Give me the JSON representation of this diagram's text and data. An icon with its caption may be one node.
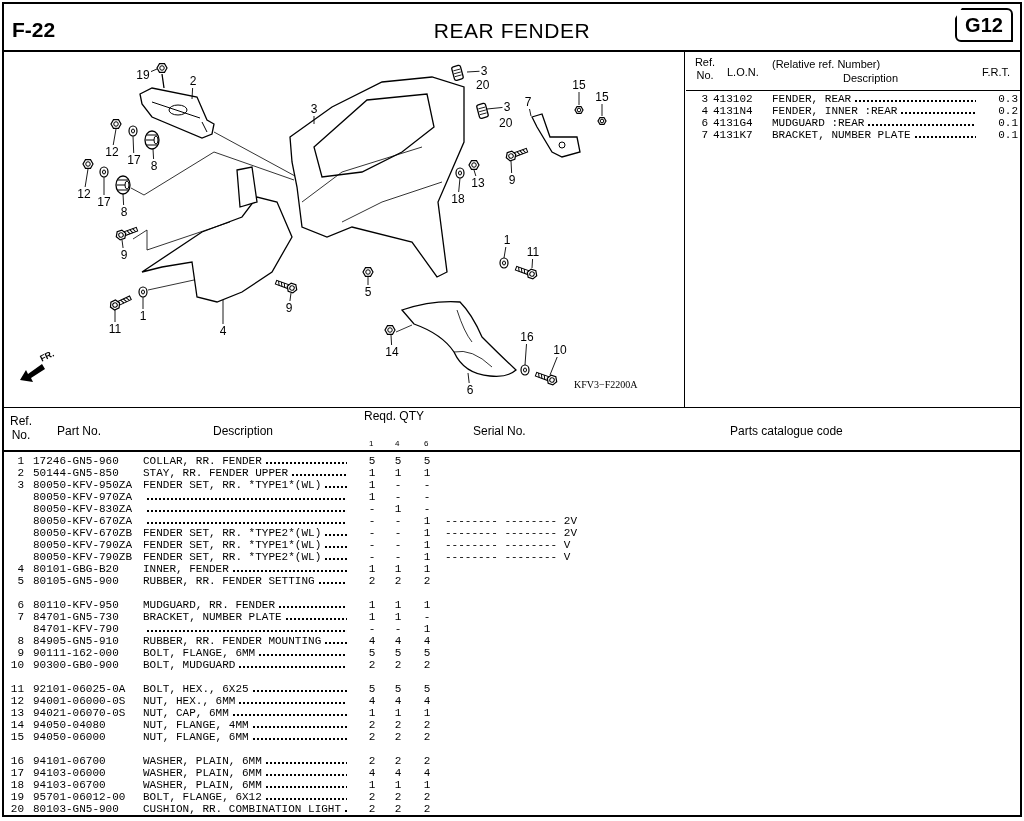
{
  "diagram": {
    "title": "REAR FENDER",
    "nodes": [
      {
        "text": [
          "19"
        ]
      },
      {
        "text": [
          "2"
        ]
      },
      {
        "text": [
          "3"
        ]
      },
      {
        "text": [
          "3"
        ]
      },
      {
        "text": [
          "3"
        ]
      },
      {
        "text": [
          "7"
        ]
      },
      {
        "text": [
          "15"
        ]
      },
      {
        "text": [
          "15"
        ]
      },
      {
        "text": [
          "12"
        ]
      },
      {
        "text": [
          "17"
        ]
      },
      {
        "text": [
          "8"
        ]
      },
      {
        "text": [
          "12"
        ]
      },
      {
        "text": [
          "17"
        ]
      },
      {
        "text": [
          "8"
        ]
      },
      {
        "text": [
          "13"
        ]
      },
      {
        "text": [
          "18"
        ]
      },
      {
        "text": [
          "9"
        ]
      },
      {
        "text": [
          "9"
        ]
      },
      {
        "text": [
          "1"
        ]
      },
      {
        "text": [
          "11"
        ]
      },
      {
        "text": [
          "5"
        ]
      },
      {
        "text": [
          "9"
        ]
      },
      {
        "text": [
          "1"
        ]
      },
      {
        "text": [
          "11"
        ]
      },
      {
        "text": [
          "4"
        ]
      },
      {
        "text": [
          "14"
        ]
      },
      {
        "text": [
          "16"
        ]
      },
      {
        "text": [
          "10"
        ]
      },
      {
        "text": [
          "6"
        ]
      },
      {
        "text": [],
        "shape": "picture"
      },
      {
        "text": [],
        "shape": "picture"
      },
      {
        "text": [],
        "shape": "picture"
      },
      {
        "text": [],
        "shape": "picture"
      },
      {
        "text": [],
        "shape": "picture"
      },
      {
        "text": [],
        "shape": "picture"
      },
      {
        "text": [],
        "shape": "picture"
      },
      {
        "text": [],
        "shape": "picture"
      },
      {
        "text": [],
        "shape": "picture"
      },
      {
        "text": [],
        "shape": "picture"
      },
      {
        "text": [],
        "shape": "picture"
      },
      {
        "text": [],
        "shape": "picture"
      },
      {
        "text": [],
        "shape": "picture"
      },
      {
        "text": [],
        "shape": "picture"
      },
      {
        "text": [],
        "shape": "picture"
      },
      {
        "text": [],
        "shape": "picture"
      },
      {
        "text": [],
        "shape": "picture"
      },
      {
        "text": [],
        "shape": "picture"
      },
      {
        "text": [],
        "shape": "picture"
      },
      {
        "text": [],
        "shape": "picture"
      },
      {
        "text": [],
        "shape": "picture"
      },
      {
        "text": [],
        "shape": "picture"
      },
      {
        "text": [],
        "shape": "picture"
      },
      {
        "text": [],
        "shape": "picture"
      },
      {
        "text": [],
        "shape": "picture"
      },
      {
        "text": [],
        "shape": "picture"
      },
      {
        "text": [],
        "shape": "picture"
      },
      {
        "text": [],
        "shape": "picture"
      },
      {
        "text": [],
        "shape": "picture"
      }
    ],
    "edges": [
      {
        "from": 0,
        "to": 29,
        "arrow": "none"
      },
      {
        "from": 1,
        "to": 30,
        "arrow": "none"
      },
      {
        "from": 2,
        "to": 31,
        "arrow": "none"
      },
      {
        "from": 3,
        "to": 32,
        "arrow": "none"
      },
      {
        "from": 4,
        "to": 33,
        "arrow": "none"
      },
      {
        "from": 5,
        "to": 34,
        "arrow": "none"
      },
      {
        "from": 6,
        "to": 35,
        "arrow": "none"
      },
      {
        "from": 7,
        "to": 36,
        "arrow": "none"
      },
      {
        "from": 8,
        "to": 37,
        "arrow": "none"
      },
      {
        "from": 9,
        "to": 38,
        "arrow": "none"
      },
      {
        "from": 10,
        "to": 39,
        "arrow": "none"
      },
      {
        "from": 11,
        "to": 40,
        "arrow": "none"
      },
      {
        "from": 12,
        "to": 41,
        "arrow": "none"
      },
      {
        "from": 13,
        "to": 42,
        "arrow": "none"
      },
      {
        "from": 14,
        "to": 43,
        "arrow": "none"
      },
      {
        "from": 15,
        "to": 44,
        "arrow": "none"
      },
      {
        "from": 16,
        "to": 45,
        "arrow": "none"
      },
      {
        "from": 17,
        "to": 46,
        "arrow": "none"
      },
      {
        "from": 18,
        "to": 47,
        "arrow": "none"
      },
      {
        "from": 19,
        "to": 48,
        "arrow": "none"
      },
      {
        "from": 20,
        "to": 49,
        "arrow": "none"
      },
      {
        "from": 21,
        "to": 50,
        "arrow": "none"
      },
      {
        "from": 22,
        "to": 51,
        "arrow": "none"
      },
      {
        "from": 23,
        "to": 52,
        "arrow": "none"
      },
      {
        "from": 24,
        "to": 53,
        "arrow": "none"
      },
      {
        "from": 25,
        "to": 54,
        "arrow": "none"
      },
      {
        "from": 26,
        "to": 55,
        "arrow": "none"
      },
      {
        "from": 27,
        "to": 56,
        "arrow": "none"
      },
      {
        "from": 28,
        "to": 57,
        "arrow": "none"
      },
      {
        "from": 30,
        "to": 31,
        "arrow": "none"
      },
      {
        "from": 42,
        "to": 31,
        "arrow": "none"
      },
      {
        "from": 46,
        "to": 53,
        "arrow": "none"
      },
      {
        "from": 51,
        "to": 53,
        "arrow": "none"
      },
      {
        "from": 54,
        "to": 57,
        "arrow": "none"
      }
    ],
    "labels": [
      "F-22",
      "G12",
      "20",
      "20",
      "FR.",
      "KFV3−F2200A",
      "Ref. No.",
      "L.O.N.",
      "(Relative ref. Number)",
      "Description",
      "F.R.T.",
      "3",
      "413102",
      "FENDER, REAR",
      "0.3",
      "4",
      "4131N4",
      "FENDER, INNER :REAR",
      "0.2",
      "6",
      "4131G4",
      "MUDGUARD :REAR",
      "0.1",
      "7",
      "4131K7",
      "BRACKET, NUMBER PLATE",
      "0.1",
      "Ref. No.",
      "Part No.",
      "Description",
      "Reqd. QTY",
      "1",
      "4",
      "6",
      "Serial No.",
      "Parts catalogue code",
      "1",
      "17246-GN5-960",
      "COLLAR, RR. FENDER",
      "5",
      "5",
      "5",
      "2",
      "50144-GN5-850",
      "STAY, RR. FENDER UPPER",
      "1",
      "1",
      "1",
      "3",
      "80050-KFV-950ZA",
      "FENDER SET, RR. *TYPE1*(WL)",
      "1",
      "-",
      "-",
      "80050-KFV-970ZA",
      "1",
      "-",
      "-",
      "80050-KFV-830ZA",
      "-",
      "1",
      "-",
      "80050-KFV-670ZA",
      "-",
      "-",
      "1",
      "-------- -------- 2V",
      "80050-KFV-670ZB",
      "FENDER SET, RR. *TYPE2*(WL)",
      "-",
      "-",
      "1",
      "-------- -------- 2V",
      "80050-KFV-790ZA",
      "FENDER SET, RR. *TYPE1*(WL)",
      "-",
      "-",
      "1",
      "-------- -------- V",
      "80050-KFV-790ZB",
      "FENDER SET, RR. *TYPE2*(WL)",
      "-",
      "-",
      "1",
      "-------- -------- V",
      "4",
      "80101-GBG-B20",
      "INNER, FENDER",
      "1",
      "1",
      "1",
      "5",
      "80105-GN5-900",
      "RUBBER, RR. FENDER SETTING",
      "2",
      "2",
      "2",
      "6",
      "80110-KFV-950",
      "MUDGUARD, RR. FENDER",
      "1",
      "1",
      "1",
      "7",
      "84701-GN5-730",
      "BRACKET, NUMBER PLATE",
      "1",
      "1",
      "-",
      "84701-KFV-790",
      "-",
      "-",
      "1",
      "8",
      "84905-GN5-910",
      "RUBBER, RR. FENDER MOUNTING",
      "4",
      "4",
      "4",
      "9",
      "90111-162-000",
      "BOLT, FLANGE, 6MM",
      "5",
      "5",
      "5",
      "10",
      "90300-GB0-900",
      "BOLT, MUDGUARD",
      "2",
      "2",
      "2",
      "11",
      "92101-06025-0A",
      "BOLT, HEX., 6X25",
      "5",
      "5",
      "5",
      "12",
      "94001-06000-0S",
      "NUT, HEX., 6MM",
      "4",
      "4",
      "4",
      "13",
      "94021-06070-0S",
      "NUT, CAP, 6MM",
      "1",
      "1",
      "1",
      "14",
      "94050-04080",
      "NUT, FLANGE, 4MM",
      "2",
      "2",
      "2",
      "15",
      "94050-06000",
      "NUT, FLANGE, 6MM",
      "2",
      "2",
      "2",
      "16",
      "94101-06700",
      "WASHER, PLAIN, 6MM",
      "2",
      "2",
      "2",
      "17",
      "94103-06000",
      "WASHER, PLAIN, 6MM",
      "4",
      "4",
      "4",
      "18",
      "94103-06700",
      "WASHER, PLAIN, 6MM",
      "1",
      "1",
      "1",
      "19",
      "95701-06012-00",
      "BOLT, FLANGE, 6X12",
      "2",
      "2",
      "2",
      "20",
      "80103-GN5-900",
      "CUSHION, RR. COMBINATION LIGHT",
      "2",
      "2",
      "2"
    ]
  }
}
